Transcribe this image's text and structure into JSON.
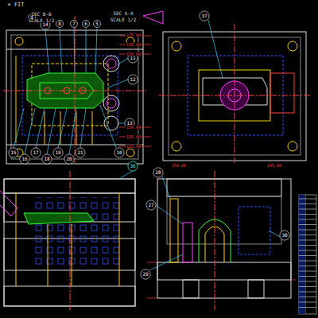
{
  "diagram": {
    "labels": [
      "= FIT",
      "SEC B-B",
      "SCALE 1/2",
      "SEC A-A",
      "SCALE 1/2",
      "14",
      "8",
      "7",
      "6",
      "5",
      "11",
      "12",
      "13",
      "9",
      "10",
      "15",
      "16",
      "17",
      "18",
      "19",
      "20",
      "21",
      "37",
      "36",
      "28",
      "27",
      "29",
      "30",
      "125.00",
      "135.00",
      "150.00",
      "150.00",
      "135.00",
      "125.00",
      "150.00",
      "125.00"
    ]
  }
}
